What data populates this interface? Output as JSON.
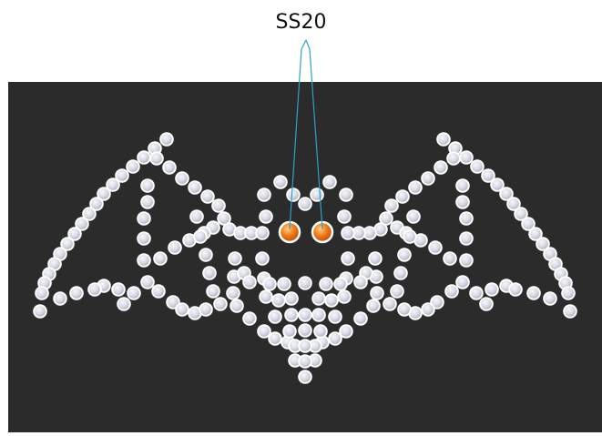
{
  "annotation": {
    "label": "SS20",
    "line_color": "#2aa3c9"
  },
  "colors": {
    "page_background": "#ffffff",
    "panel_background": "#2b2b2b",
    "rhinestone_fill": "#d9dbe6",
    "rhinestone_ring": "#ffffff",
    "eye_fill": "#f07d19",
    "eye_ring": "#ffffff"
  },
  "stone_counts": {
    "design_total": 178,
    "eyes_ss20": 2
  }
}
